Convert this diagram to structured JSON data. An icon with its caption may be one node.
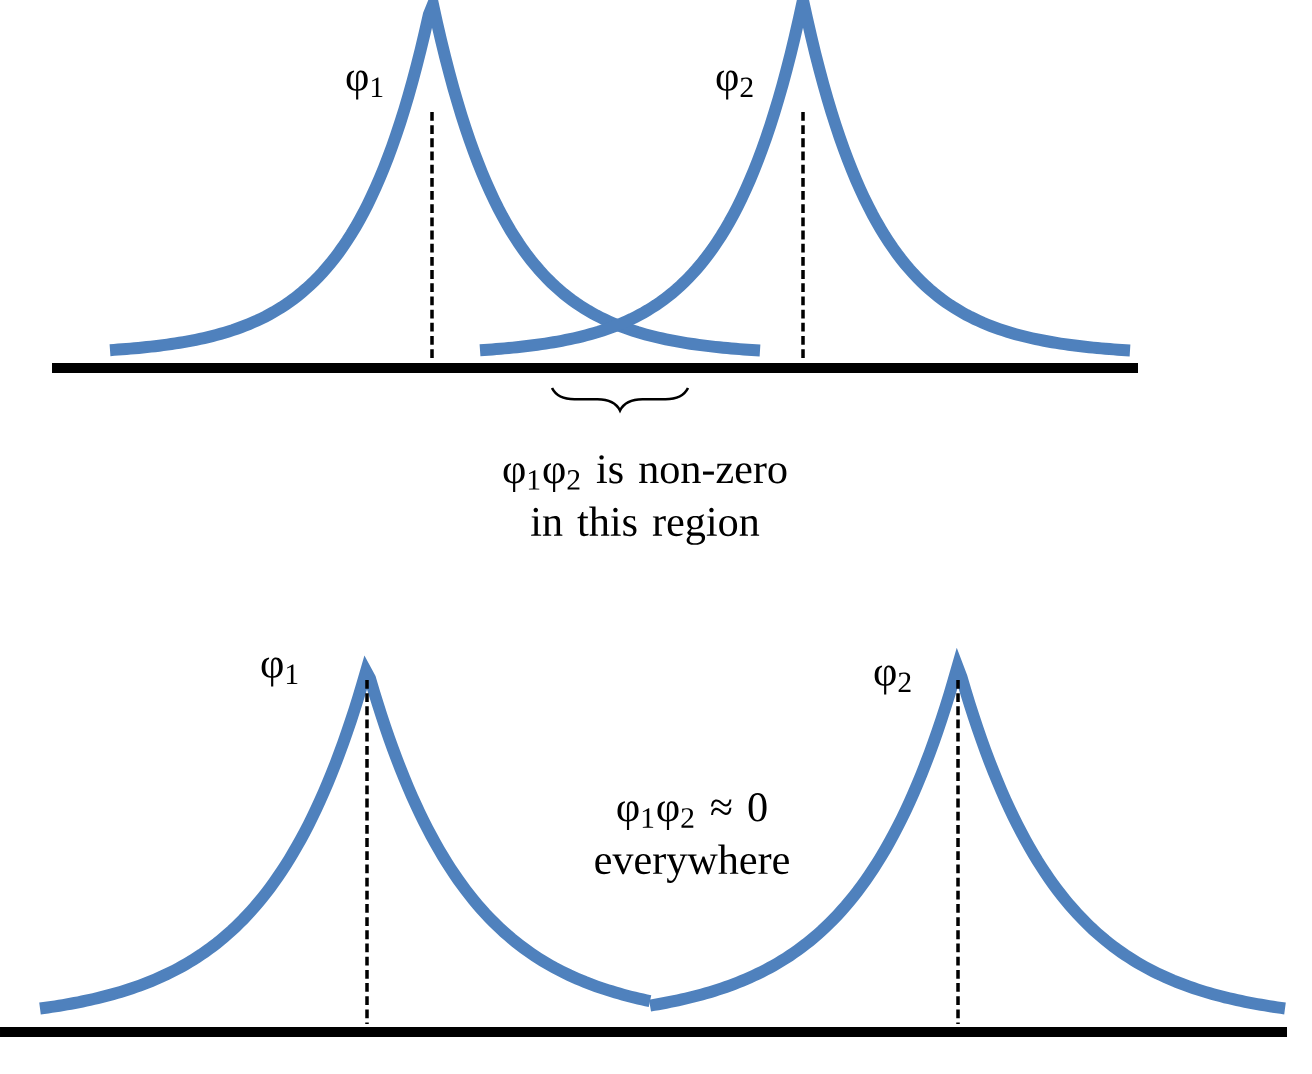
{
  "diagram": {
    "labels": [
      "φ$_{1}$",
      "φ$_{2}$",
      "φ$_{1}$φ$_{2}$ is non-zero in this region",
      "φ$_{1}$",
      "φ$_{2}$",
      "φ$_{1}$φ$_{2}$ ≈ 0 everywhere"
    ]
  }
}
